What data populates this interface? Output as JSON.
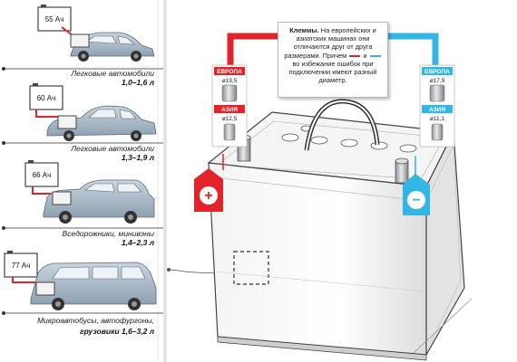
{
  "vehicles": [
    {
      "capacity": "55 Ач",
      "line1": "Легковые автомобили",
      "line2": "1,0–1,6 л"
    },
    {
      "capacity": "60 Ач",
      "line1": "Легковые автомобили",
      "line2": "1,3–1,9 л"
    },
    {
      "capacity": "66 Ач",
      "line1": "Вседорожники, минивэны",
      "line2": "1,4–2,3 л"
    },
    {
      "capacity": "77 Ач",
      "line1": "Микроавтобусы, автофургоны,",
      "line2": "грузовики 1,6–3,2 л"
    }
  ],
  "note": {
    "title": "Клеммы.",
    "text_part1": "На европейских и азиатских машинах они отличаются друг от друга размерами. Причем",
    "text_and": "и",
    "text_part2": "во избежание ошибок при подключении имеют разный диаметр."
  },
  "terminals": {
    "positive": {
      "europe_label": "ЕВРОПА",
      "europe_value": "ø19,5",
      "asia_label": "АЗИЯ",
      "asia_value": "ø12,5",
      "symbol": "+"
    },
    "negative": {
      "europe_label": "ЕВРОПА",
      "europe_value": "ø17,9",
      "asia_label": "АЗИЯ",
      "asia_value": "ø11,1",
      "symbol": "−"
    }
  },
  "colors": {
    "positive": "#e2232a",
    "negative": "#33b5e5",
    "accent_dark": "#333333"
  }
}
